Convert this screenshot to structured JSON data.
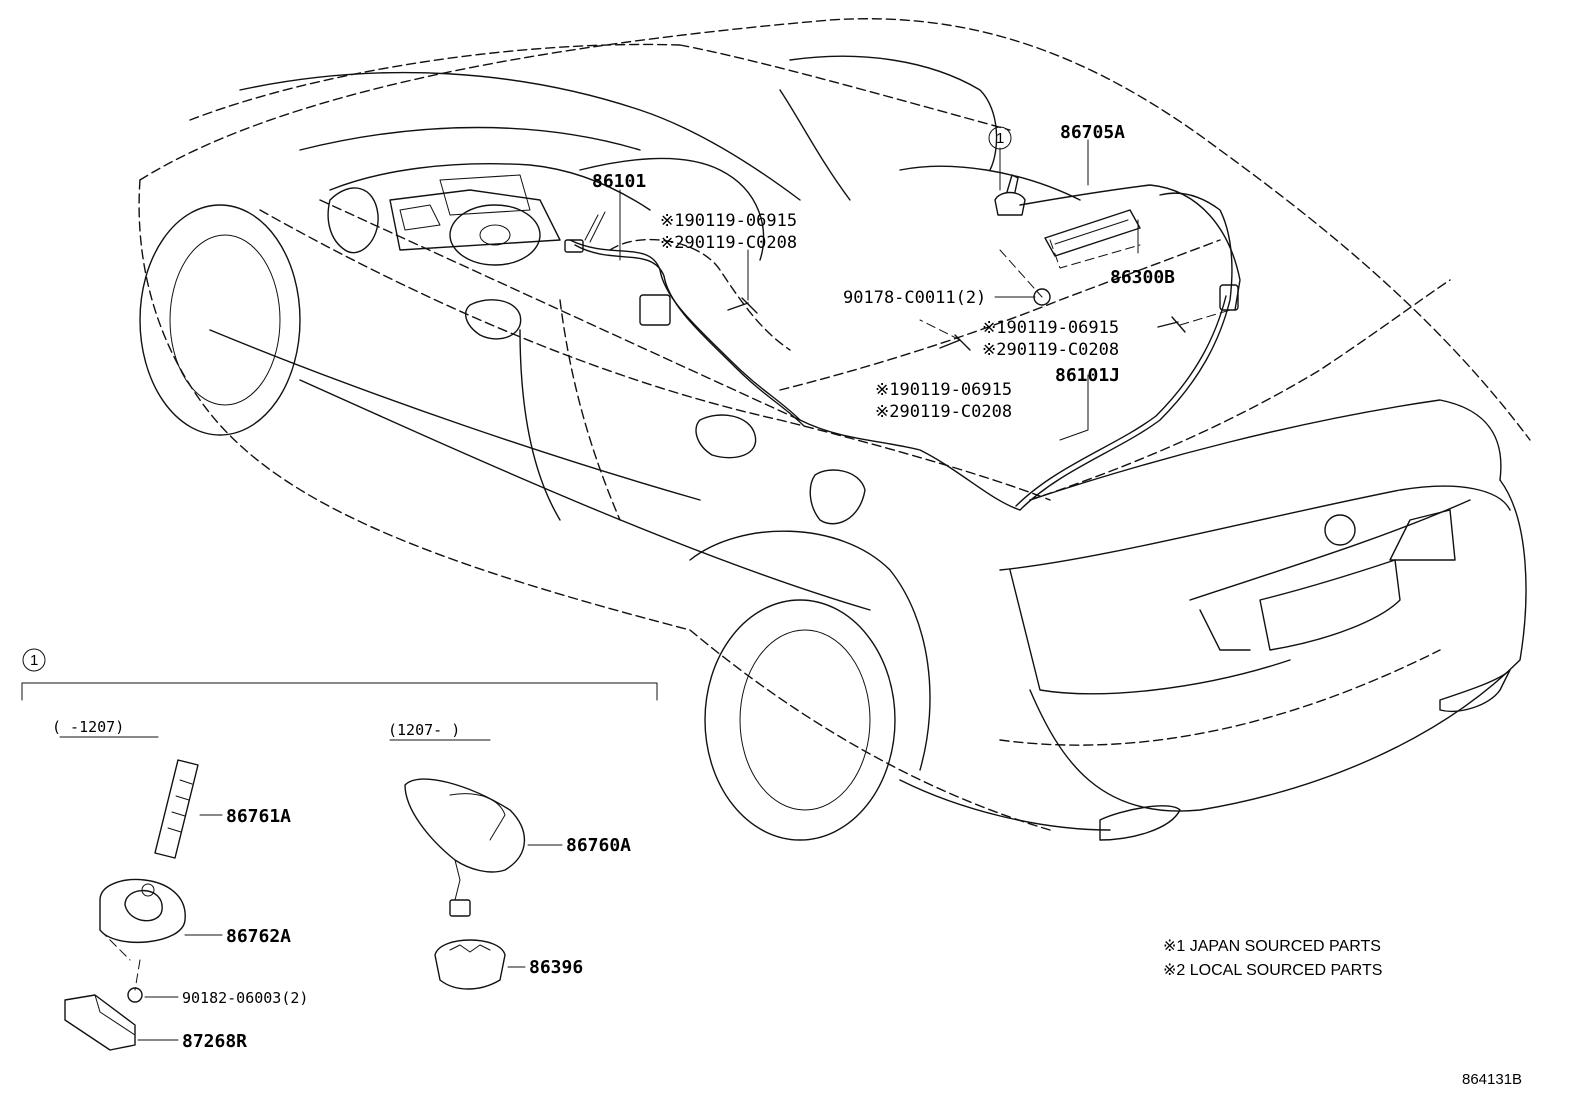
{
  "labels": {
    "p86705A": "86705A",
    "p86101": "86101",
    "p86300B": "86300B",
    "p86101J": "86101J",
    "p90178": "90178-C0011(2)",
    "bolt_a1": "※190119-06915",
    "bolt_a2": "※290119-C0208",
    "bolt_b1": "※190119-06915",
    "bolt_b2": "※290119-C0208",
    "bolt_c1": "※190119-06915",
    "bolt_c2": "※290119-C0208",
    "p86761A": "86761A",
    "p86762A": "86762A",
    "p90182": "90182-06003(2)",
    "p87268R": "87268R",
    "p86760A": "86760A",
    "p86396": "86396",
    "range_old": "(    -1207)",
    "range_new": "(1207-    )",
    "callout": "1",
    "callout2": "1"
  },
  "notes": {
    "note1": "※1 JAPAN SOURCED PARTS",
    "note2": "※2 LOCAL SOURCED PARTS"
  },
  "figure_id": "864131B"
}
